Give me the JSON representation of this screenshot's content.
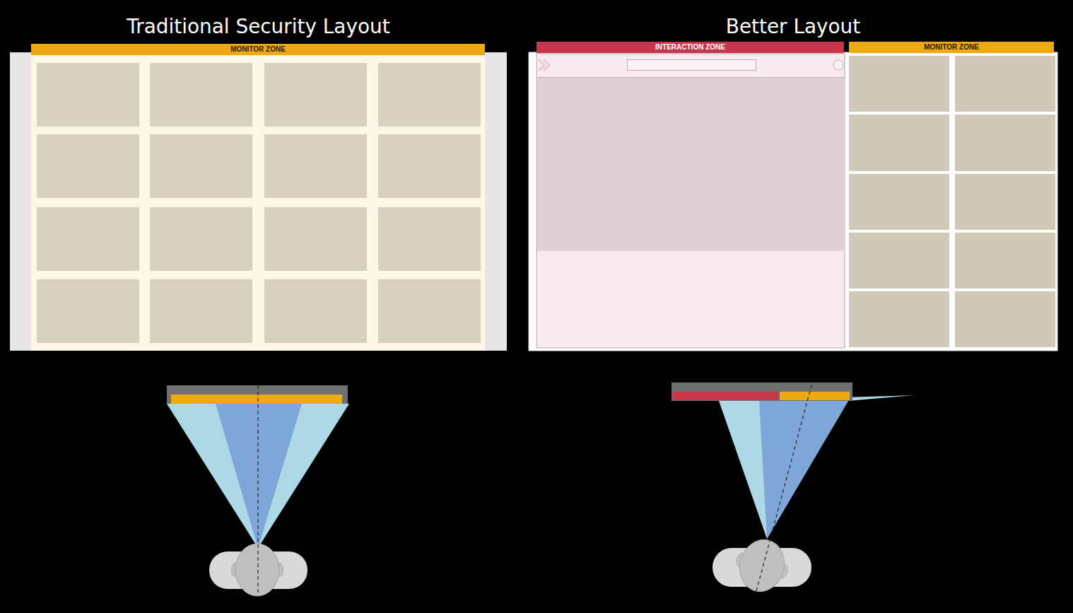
{
  "diagram": {
    "nodes": [
      {
        "text": [
          "Traditional Security Layout"
        ]
      },
      {
        "text": [
          "MONITOR ZONE"
        ],
        "in": 0
      },
      {
        "text": [
          "Better Layout"
        ]
      },
      {
        "text": [
          "INTERACTION ZONE"
        ],
        "in": 2
      },
      {
        "text": [
          "MONITOR ZONE"
        ],
        "in": 2
      }
    ]
  }
}
